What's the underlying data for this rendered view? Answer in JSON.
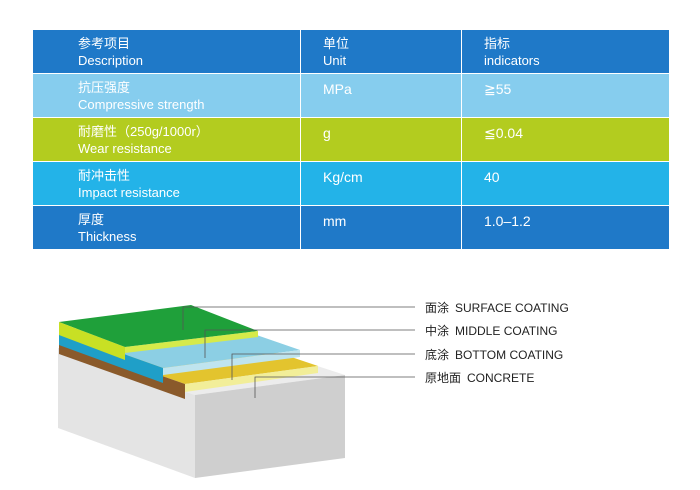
{
  "table": {
    "header": {
      "c1_cn": "参考项目",
      "c1_en": "Description",
      "c2_cn": "单位",
      "c2_en": "Unit",
      "c3_cn": "指标",
      "c3_en": "indicators"
    },
    "rows": [
      {
        "cn": "抗压强度",
        "en": "Compressive strength",
        "unit": "MPa",
        "indicator": "≧55",
        "color": "#86cdee"
      },
      {
        "cn": "耐磨性（250g/1000r）",
        "en": "Wear resistance",
        "unit": "g",
        "indicator": "≦0.04",
        "color": "#b3cc1f"
      },
      {
        "cn": "耐冲击性",
        "en": "Impact resistance",
        "unit": "Kg/cm",
        "indicator": "40",
        "color": "#23b3e8"
      },
      {
        "cn": "厚度",
        "en": "Thickness",
        "unit": "mm",
        "indicator": "1.0–1.2",
        "color": "#1f79c8"
      }
    ],
    "header_color": "#1f79c8"
  },
  "layers": [
    {
      "cn": "面涂",
      "en": "SURFACE COATING"
    },
    {
      "cn": "中涂",
      "en": "MIDDLE COATING"
    },
    {
      "cn": "底涂",
      "en": "BOTTOM COATING"
    },
    {
      "cn": "原地面",
      "en": "CONCRETE"
    }
  ]
}
